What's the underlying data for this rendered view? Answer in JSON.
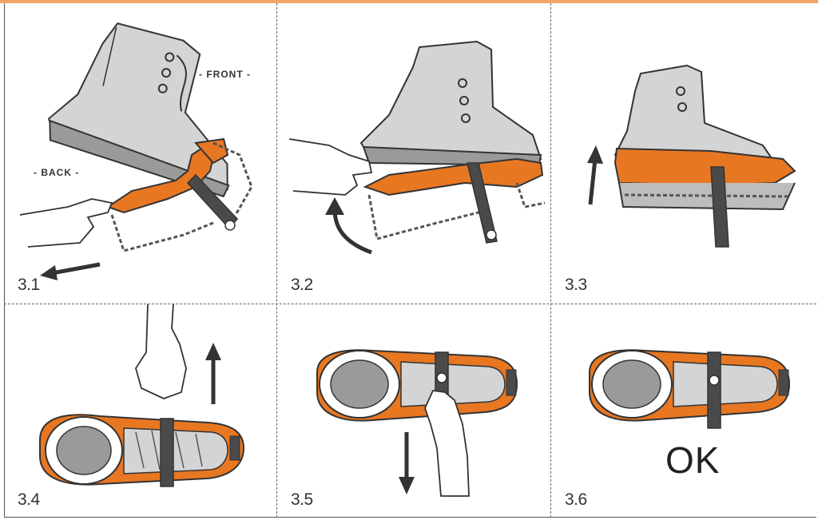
{
  "colors": {
    "accent": "#e87722",
    "boot": "#d4d4d4",
    "boot_dark": "#9a9a9a",
    "strap": "#4a4a4a",
    "outline": "#333333",
    "divider": "#666666"
  },
  "steps": [
    {
      "label": "3.1",
      "callouts": {
        "front": "- FRONT -",
        "back": "- BACK -"
      }
    },
    {
      "label": "3.2"
    },
    {
      "label": "3.3"
    },
    {
      "label": "3.4"
    },
    {
      "label": "3.5"
    },
    {
      "label": "3.6",
      "result": "OK"
    }
  ],
  "icons": {
    "arrow_left": "arrow-left-icon",
    "arrow_curved": "arrow-curved-icon",
    "arrow_up": "arrow-up-icon",
    "arrow_down": "arrow-down-icon"
  }
}
